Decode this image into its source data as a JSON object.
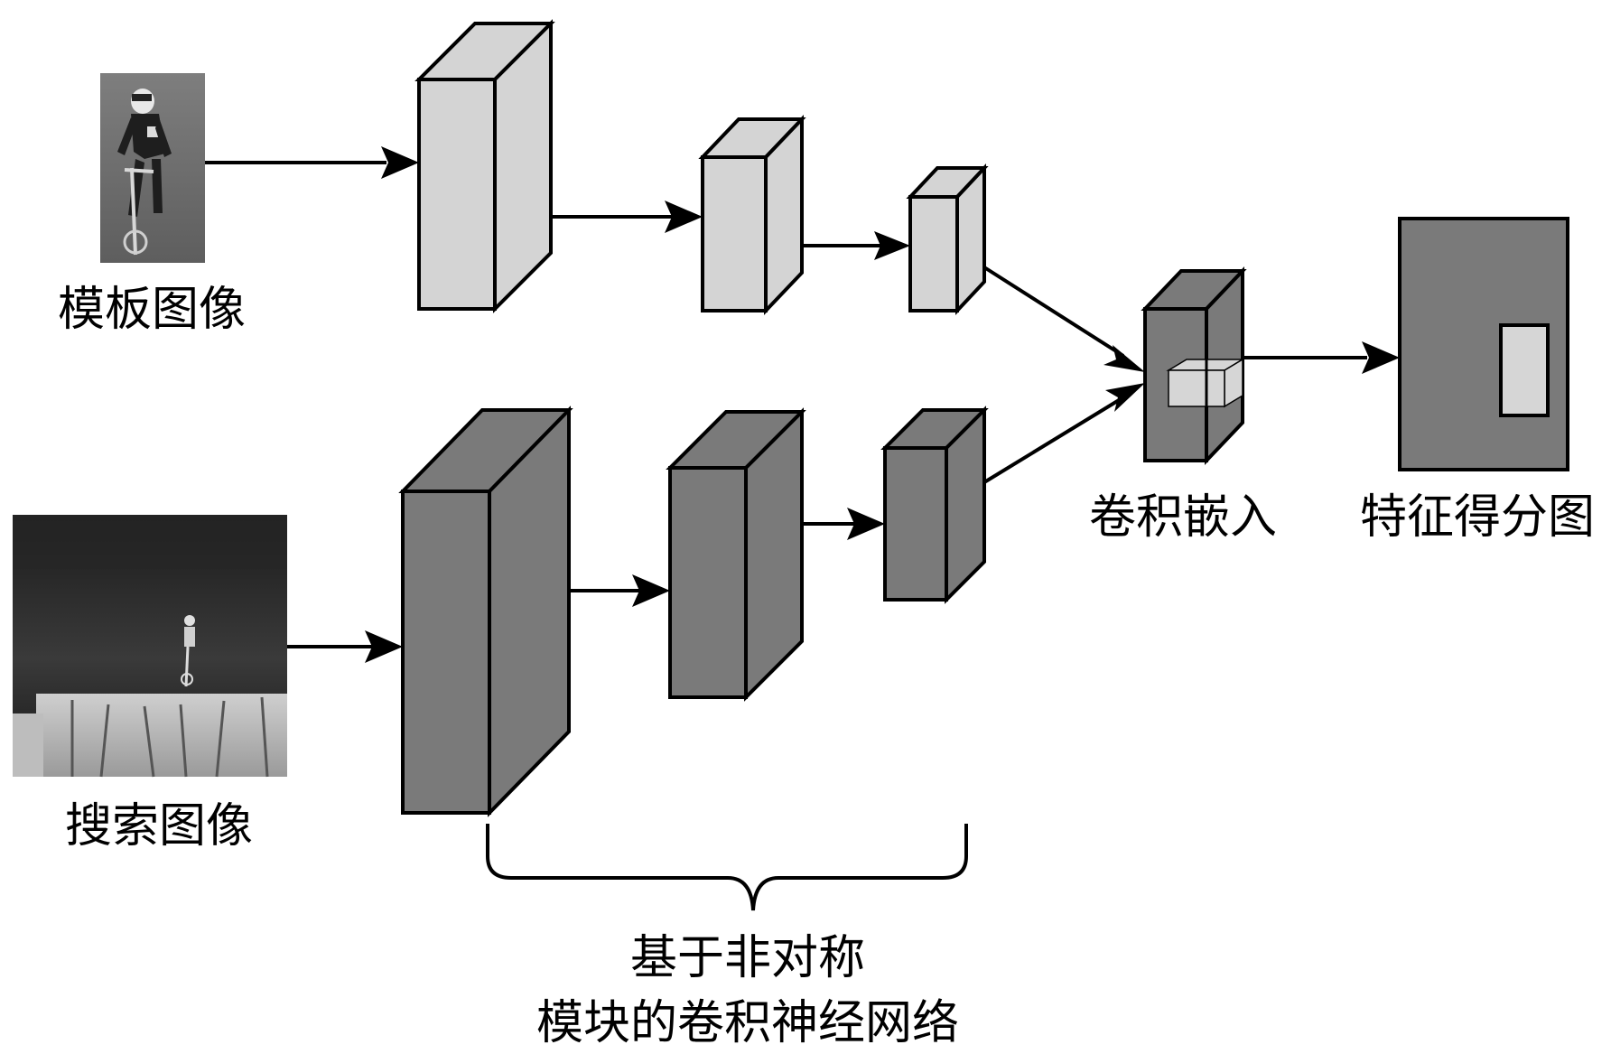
{
  "labels": {
    "template_image": "模板图像",
    "search_image": "搜索图像",
    "conv_embedding": "卷积嵌入",
    "score_map": "特征得分图",
    "network_line1": "基于非对称",
    "network_line2": "模块的卷积神经网络"
  },
  "colors": {
    "light_block": "#d4d4d4",
    "dark_block": "#7a7a7a",
    "score_map_bg": "#7a7a7a",
    "highlight": "#d6d6d6",
    "stroke": "#000000"
  }
}
